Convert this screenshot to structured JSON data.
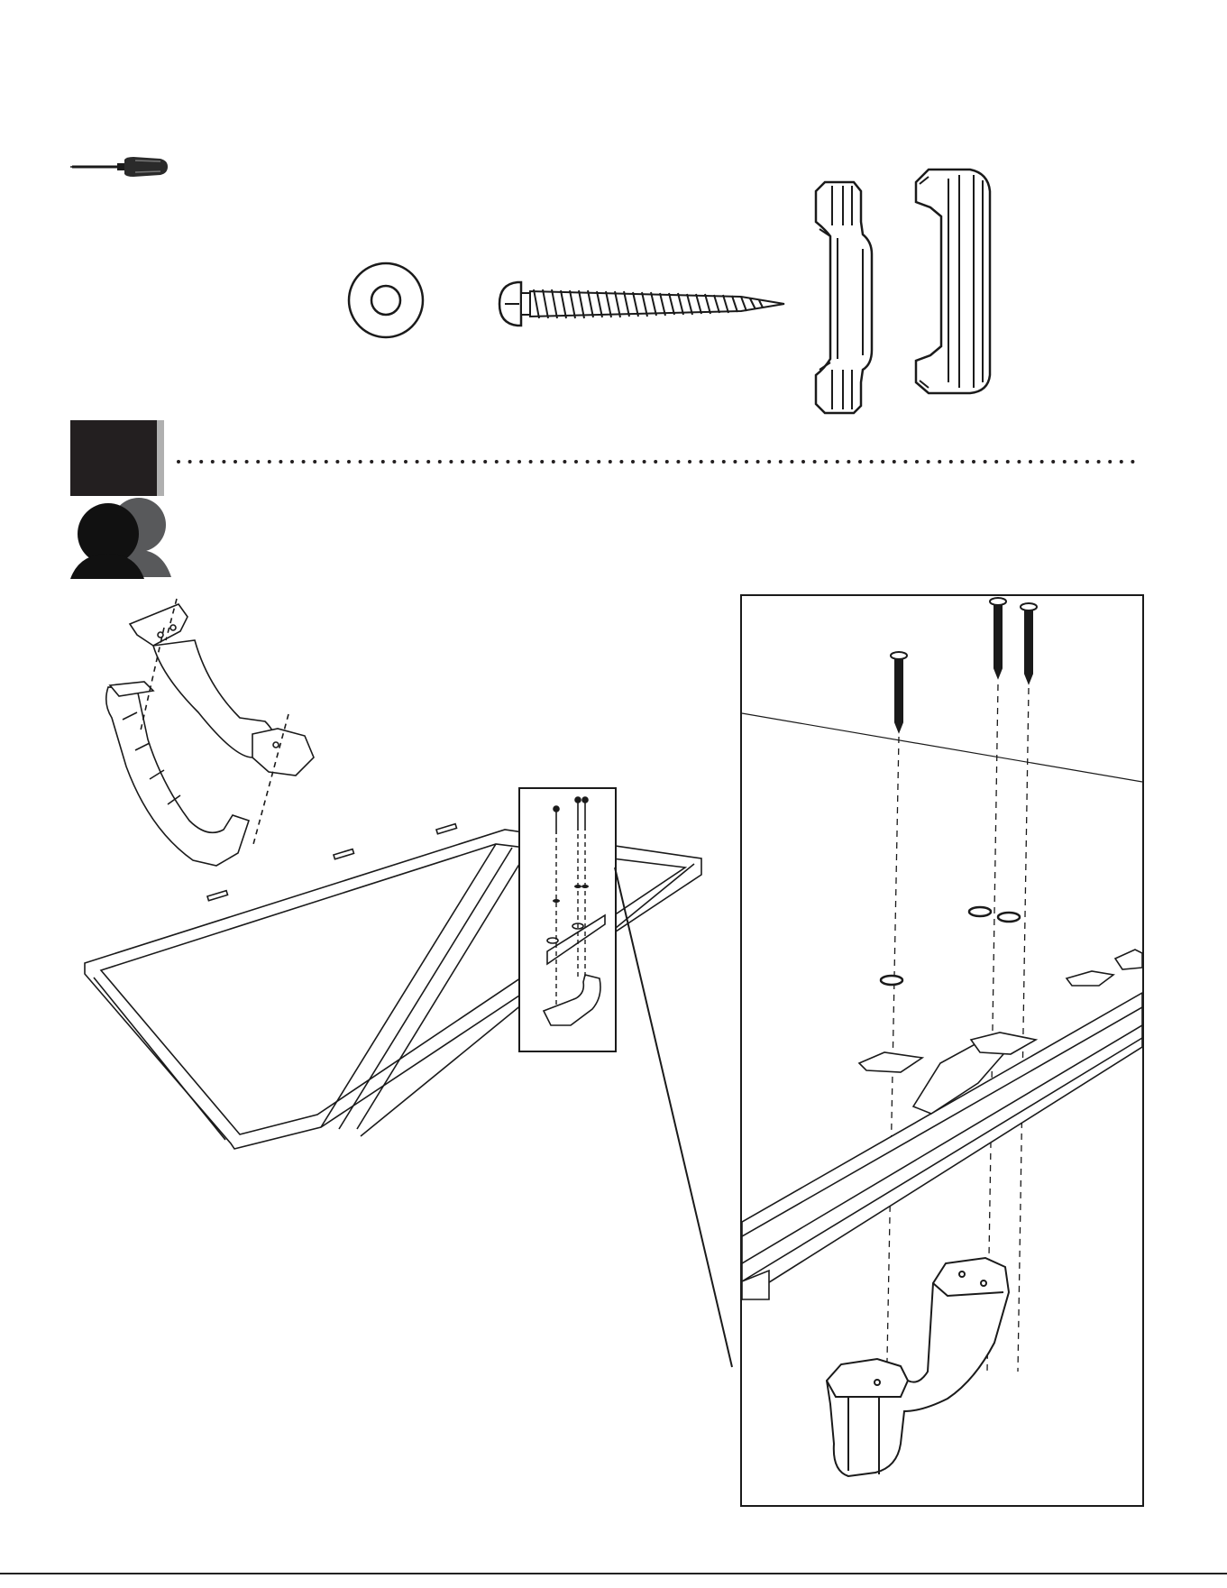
{
  "page": {
    "step_number": "",
    "footer_text": ""
  },
  "icons": {
    "tool": "screwdriver-icon",
    "people": "two-person-icon"
  },
  "parts": [
    {
      "name": "washer",
      "label": ""
    },
    {
      "name": "screw",
      "label": ""
    },
    {
      "name": "handle-side-view",
      "label": ""
    },
    {
      "name": "handle-front-view",
      "label": ""
    }
  ],
  "colors": {
    "ink": "#1a1a1a",
    "step_box": "#231f20",
    "person_back": "#58595b",
    "dots": "#231f20"
  }
}
